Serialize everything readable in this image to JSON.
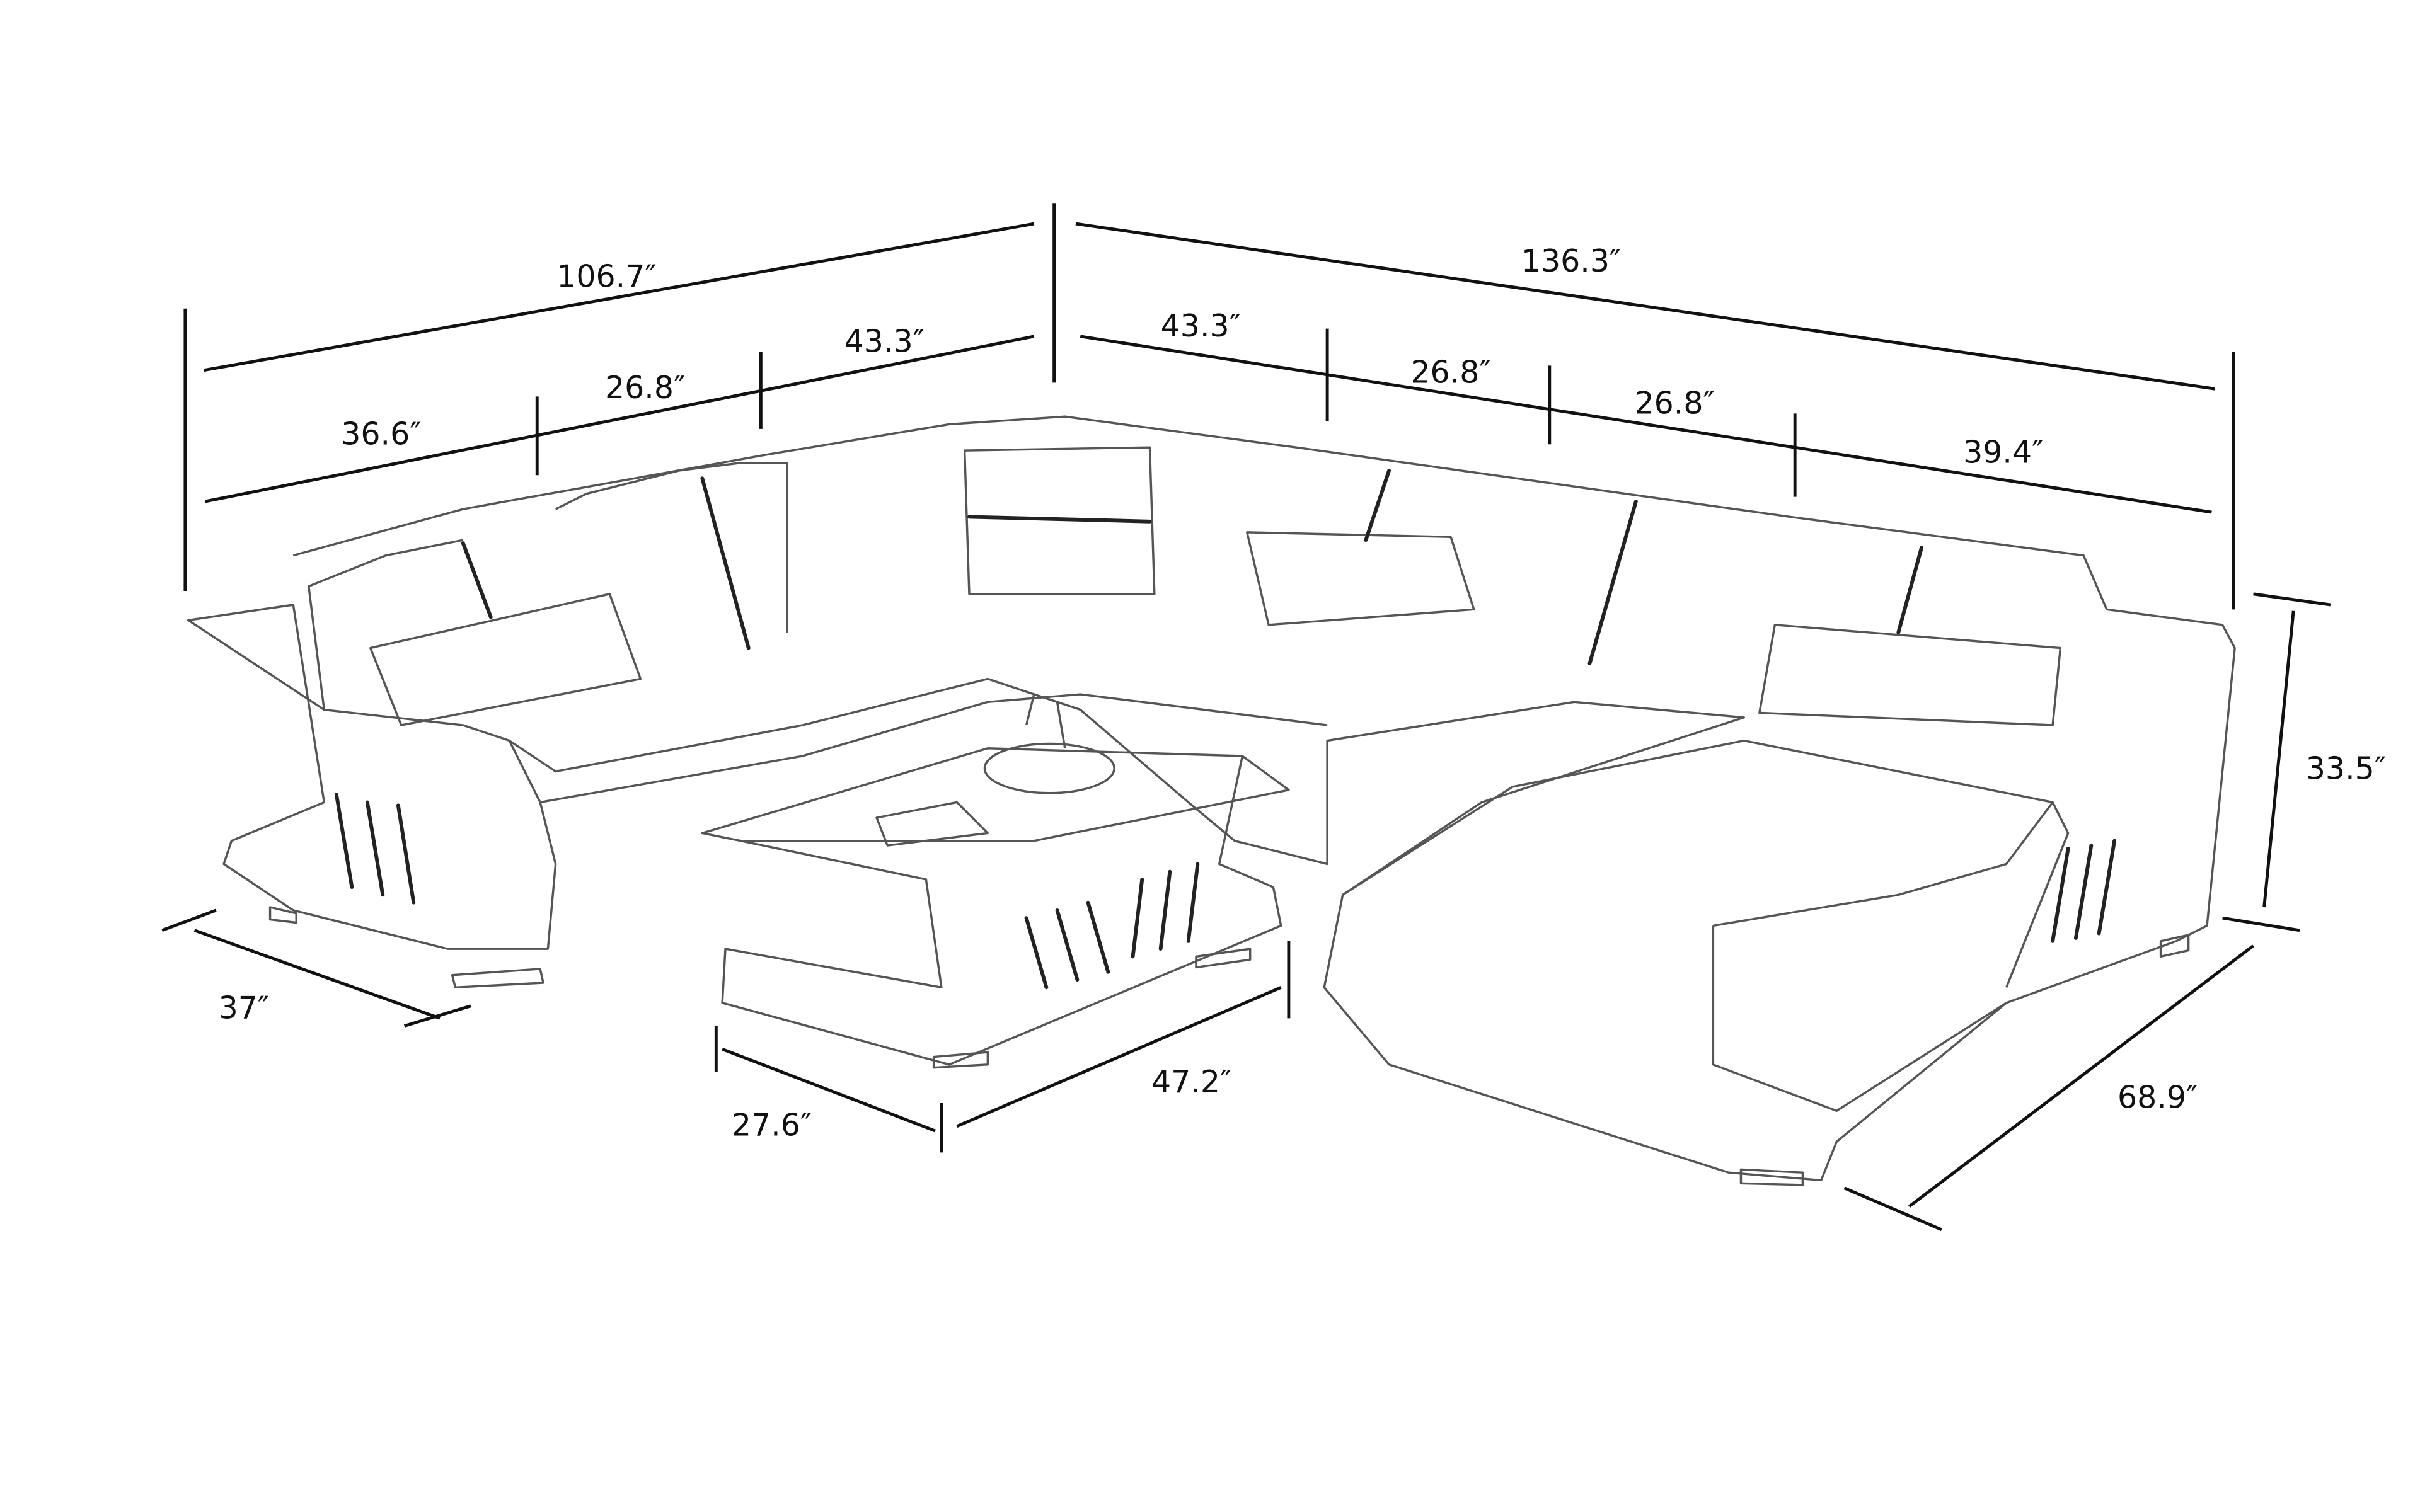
{
  "dimensions": {
    "left_total": "106.7″",
    "right_total": "136.3″",
    "left_seg_1": "36.6″",
    "left_seg_2": "26.8″",
    "left_seg_3": "43.3″",
    "right_seg_1": "43.3″",
    "right_seg_2": "26.8″",
    "right_seg_3": "26.8″",
    "right_seg_4": "39.4″",
    "height": "33.5″",
    "chaise_length": "68.9″",
    "left_depth": "37″",
    "table_width": "27.6″",
    "table_length": "47.2″"
  },
  "colors": {
    "line": "#111111",
    "sketch": "#555555",
    "background": "#ffffff"
  }
}
